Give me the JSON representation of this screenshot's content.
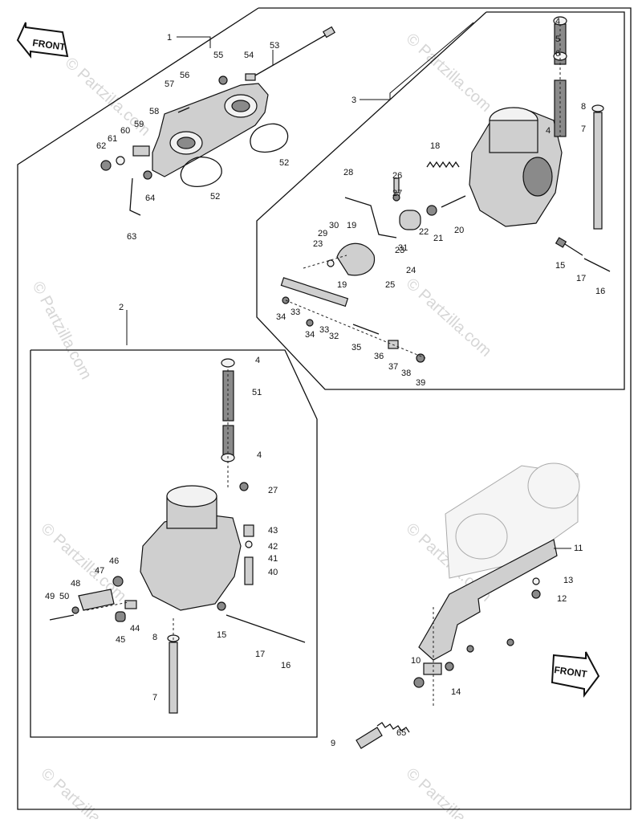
{
  "front_arrows": {
    "top_left": "FRONT",
    "bottom_right": "FRONT"
  },
  "watermark": {
    "text": "© Partzilla.com"
  },
  "callouts": [
    "1",
    "53",
    "55",
    "54",
    "56",
    "57",
    "58",
    "59",
    "60",
    "61",
    "62",
    "64",
    "63",
    "52",
    "52",
    "3",
    "4",
    "5",
    "6",
    "8",
    "7",
    "4",
    "18",
    "26",
    "28",
    "27",
    "19",
    "29",
    "30",
    "23",
    "31",
    "24",
    "23",
    "22",
    "21",
    "20",
    "25",
    "19",
    "15",
    "17",
    "16",
    "34",
    "33",
    "34",
    "33",
    "32",
    "35",
    "36",
    "37",
    "38",
    "39",
    "2",
    "4",
    "51",
    "4",
    "27",
    "43",
    "42",
    "41",
    "40",
    "46",
    "47",
    "48",
    "50",
    "49",
    "45",
    "44",
    "8",
    "7",
    "15",
    "17",
    "16",
    "11",
    "13",
    "12",
    "10",
    "14",
    "9",
    "65"
  ]
}
